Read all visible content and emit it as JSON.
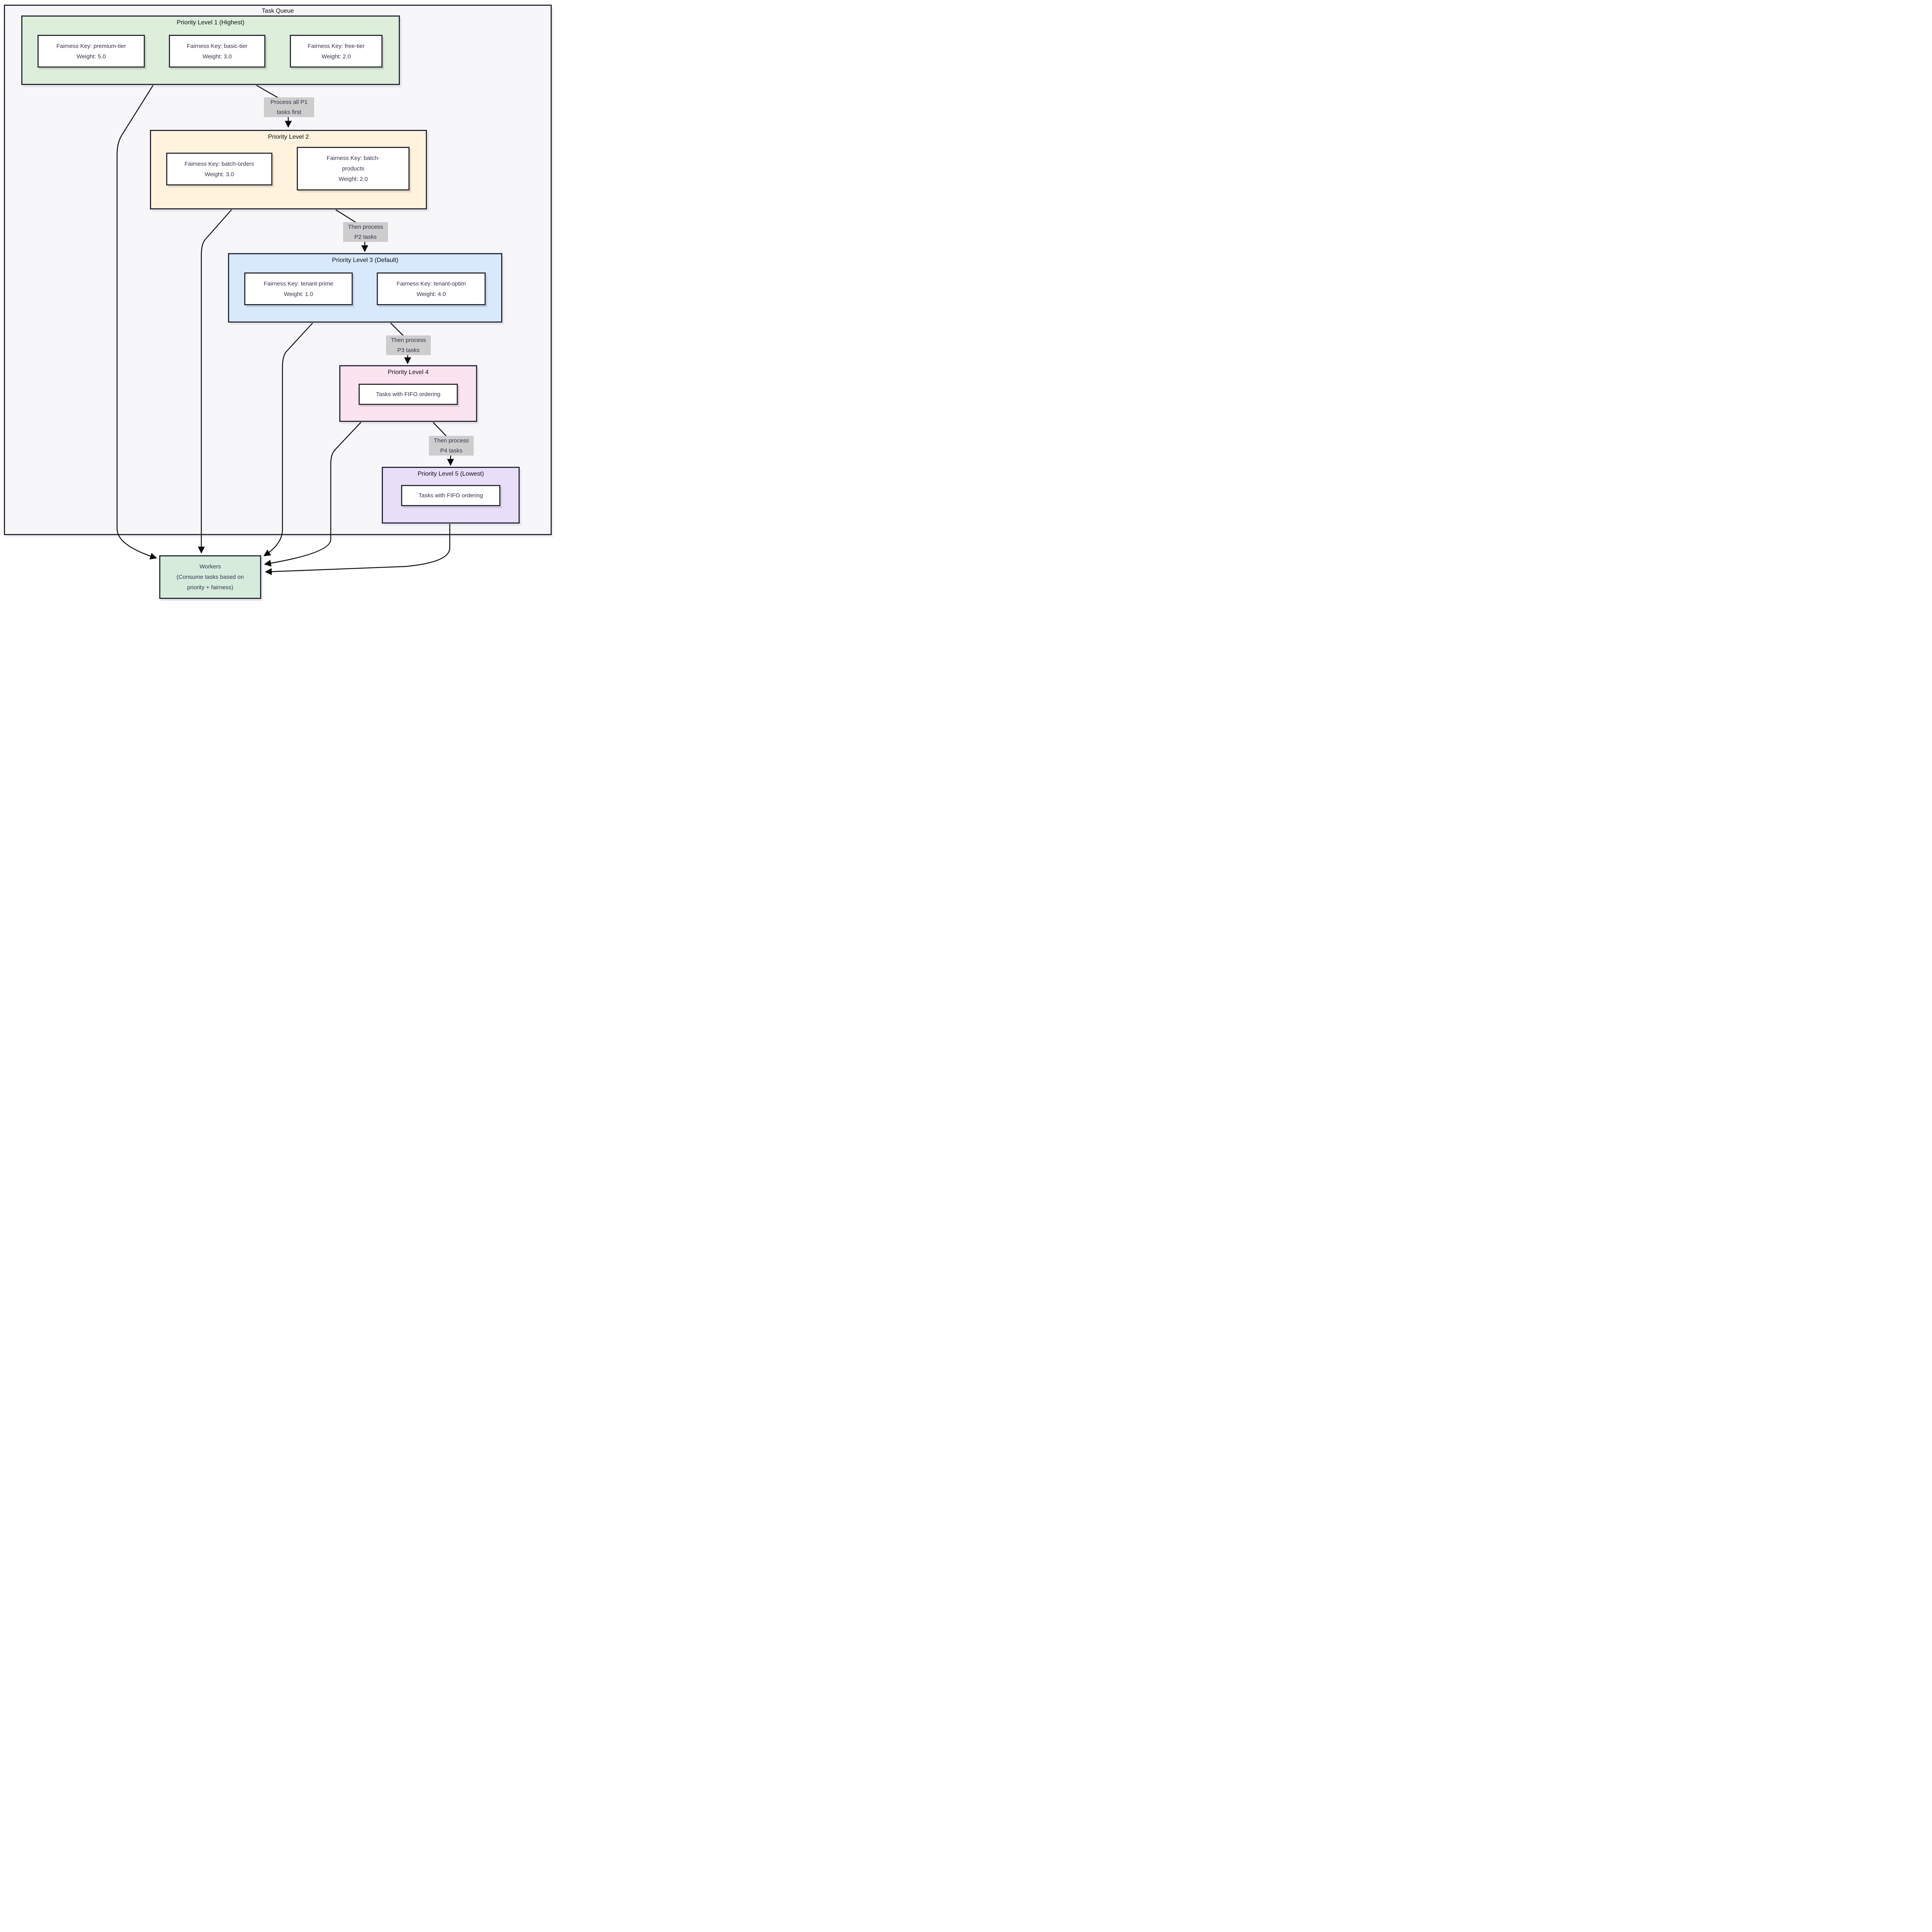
{
  "diagram": {
    "title": "Task Queue",
    "levels": [
      {
        "title": "Priority Level 1 (Highest)",
        "color": "#ddeeda",
        "nodes": [
          {
            "lines": [
              "Fairness Key: premium-tier",
              "Weight: 5.0"
            ]
          },
          {
            "lines": [
              "Fairness Key: basic-tier",
              "Weight: 3.0"
            ]
          },
          {
            "lines": [
              "Fairness Key: free-tier",
              "Weight: 2.0"
            ]
          }
        ]
      },
      {
        "title": "Priority Level 2",
        "color": "#fff3dd",
        "nodes": [
          {
            "lines": [
              "Fairness Key: batch-orders",
              "Weight: 3.0"
            ]
          },
          {
            "lines": [
              "Fairness Key: batch-",
              "products",
              "Weight: 2.0"
            ]
          }
        ]
      },
      {
        "title": "Priority Level 3 (Default)",
        "color": "#d9e9fc",
        "nodes": [
          {
            "lines": [
              "Fairness Key: tenant-prime",
              "Weight: 1.0"
            ]
          },
          {
            "lines": [
              "Fairness Key: tenant-optim",
              "Weight: 4.0"
            ]
          }
        ]
      },
      {
        "title": "Priority Level 4",
        "color": "#fce3f0",
        "nodes": [
          {
            "lines": [
              "Tasks with FIFO ordering"
            ]
          }
        ]
      },
      {
        "title": "Priority Level 5 (Lowest)",
        "color": "#e9def8",
        "nodes": [
          {
            "lines": [
              "Tasks with FIFO ordering"
            ]
          }
        ]
      }
    ],
    "edge_labels": [
      {
        "lines": [
          "Process all P1",
          "tasks first"
        ]
      },
      {
        "lines": [
          "Then process",
          "P2 tasks"
        ]
      },
      {
        "lines": [
          "Then process",
          "P3 tasks"
        ]
      },
      {
        "lines": [
          "Then process",
          "P4 tasks"
        ]
      }
    ],
    "workers": {
      "lines": [
        "Workers",
        "(Consume tasks based on",
        "priority + fairness)"
      ]
    },
    "colors": {
      "outer_fill": "#f7f7fa",
      "outer_border": "#2a2a3e",
      "p1_fill": "#ddeeda",
      "p2_fill": "#fff3dd",
      "p3_fill": "#d9e9fc",
      "p4_fill": "#fce3f0",
      "p5_fill": "#e9def8",
      "workers_fill": "#d6ebdc",
      "node_fill": "#ffffff",
      "node_border": "#30303a",
      "label_bg": "#cdcdcd",
      "text": "#33334d",
      "heading": "#0d0d14",
      "edge": "#0b0b0b"
    }
  }
}
